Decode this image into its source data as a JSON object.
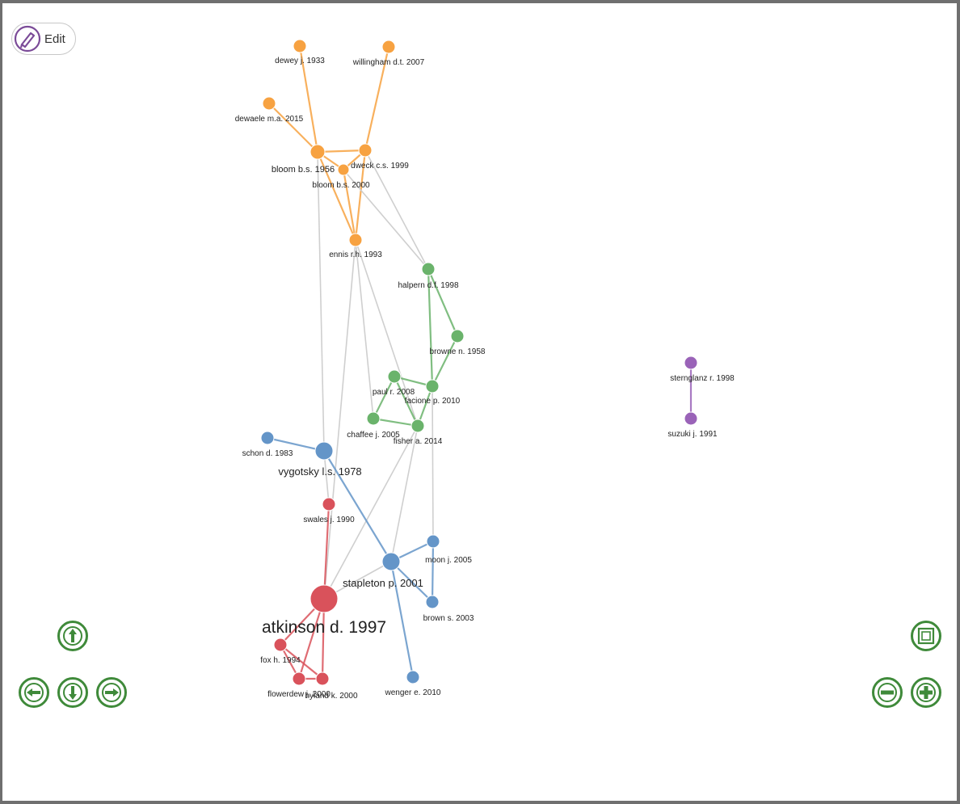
{
  "toolbar": {
    "edit_label": "Edit",
    "edit_icon": "pencil-icon"
  },
  "colors": {
    "orange": "#f7a241",
    "green": "#6ab36b",
    "blue": "#6495c8",
    "red": "#d9525b",
    "purple": "#9a63b8",
    "grey_edge": "#cfcfcf",
    "nav": "#3f8a3a"
  },
  "graph": {
    "nodes": [
      {
        "id": "n1",
        "label": "dewey j. 1933",
        "cluster": "orange"
      },
      {
        "id": "n2",
        "label": "willingham d.t. 2007",
        "cluster": "orange"
      },
      {
        "id": "n3",
        "label": "dewaele m.a. 2015",
        "cluster": "orange"
      },
      {
        "id": "n4",
        "label": "bloom b.s. 1956",
        "cluster": "orange"
      },
      {
        "id": "n5",
        "label": "dweck c.s. 1999",
        "cluster": "orange"
      },
      {
        "id": "n6",
        "label": "bloom b.s. 2000",
        "cluster": "orange"
      },
      {
        "id": "n7",
        "label": "ennis r.h. 1993",
        "cluster": "orange"
      },
      {
        "id": "n8",
        "label": "halpern d.f. 1998",
        "cluster": "green"
      },
      {
        "id": "n9",
        "label": "browne n. 1958",
        "cluster": "green"
      },
      {
        "id": "n10",
        "label": "paul r. 2008",
        "cluster": "green"
      },
      {
        "id": "n11",
        "label": "facione p. 2010",
        "cluster": "green"
      },
      {
        "id": "n12",
        "label": "chaffee j. 2005",
        "cluster": "green"
      },
      {
        "id": "n13",
        "label": "fisher a. 2014",
        "cluster": "green"
      },
      {
        "id": "n14",
        "label": "vygotsky l.s. 1978",
        "cluster": "blue"
      },
      {
        "id": "n15",
        "label": "schon d. 1983",
        "cluster": "blue"
      },
      {
        "id": "n16",
        "label": "stapleton p. 2001",
        "cluster": "blue"
      },
      {
        "id": "n17",
        "label": "moon j. 2005",
        "cluster": "blue"
      },
      {
        "id": "n18",
        "label": "brown s. 2003",
        "cluster": "blue"
      },
      {
        "id": "n19",
        "label": "wenger e. 2010",
        "cluster": "blue"
      },
      {
        "id": "n20",
        "label": "swales j. 1990",
        "cluster": "red"
      },
      {
        "id": "n21",
        "label": "atkinson d. 1997",
        "cluster": "red"
      },
      {
        "id": "n22",
        "label": "fox h. 1994",
        "cluster": "red"
      },
      {
        "id": "n23",
        "label": "flowerdew j. 2000",
        "cluster": "red"
      },
      {
        "id": "n24",
        "label": "hyland k. 2000",
        "cluster": "red"
      },
      {
        "id": "n25",
        "label": "sternglanz r. 1998",
        "cluster": "purple"
      },
      {
        "id": "n26",
        "label": "suzuki j. 1991",
        "cluster": "purple"
      }
    ],
    "edges": [
      [
        "n1",
        "n4"
      ],
      [
        "n2",
        "n5"
      ],
      [
        "n3",
        "n4"
      ],
      [
        "n4",
        "n5"
      ],
      [
        "n4",
        "n6"
      ],
      [
        "n5",
        "n6"
      ],
      [
        "n6",
        "n7"
      ],
      [
        "n4",
        "n7"
      ],
      [
        "n5",
        "n7"
      ],
      [
        "n4",
        "n14"
      ],
      [
        "n5",
        "n8"
      ],
      [
        "n6",
        "n8"
      ],
      [
        "n7",
        "n12"
      ],
      [
        "n7",
        "n13"
      ],
      [
        "n7",
        "n21"
      ],
      [
        "n8",
        "n9"
      ],
      [
        "n8",
        "n11"
      ],
      [
        "n9",
        "n11"
      ],
      [
        "n10",
        "n11"
      ],
      [
        "n10",
        "n13"
      ],
      [
        "n11",
        "n13"
      ],
      [
        "n12",
        "n13"
      ],
      [
        "n10",
        "n12"
      ],
      [
        "n11",
        "n17"
      ],
      [
        "n13",
        "n16"
      ],
      [
        "n13",
        "n21"
      ],
      [
        "n14",
        "n15"
      ],
      [
        "n14",
        "n16"
      ],
      [
        "n14",
        "n20"
      ],
      [
        "n16",
        "n17"
      ],
      [
        "n16",
        "n18"
      ],
      [
        "n16",
        "n19"
      ],
      [
        "n17",
        "n18"
      ],
      [
        "n16",
        "n21"
      ],
      [
        "n20",
        "n21"
      ],
      [
        "n21",
        "n22"
      ],
      [
        "n21",
        "n23"
      ],
      [
        "n21",
        "n24"
      ],
      [
        "n22",
        "n23"
      ],
      [
        "n23",
        "n24"
      ],
      [
        "n22",
        "n24"
      ],
      [
        "n25",
        "n26"
      ]
    ]
  },
  "navigation": {
    "up": "arrow-up-icon",
    "left": "arrow-left-icon",
    "down": "arrow-down-icon",
    "right": "arrow-right-icon",
    "fit": "zoom-extends-icon",
    "zoom_out": "zoom-out-icon",
    "zoom_in": "zoom-in-icon"
  }
}
